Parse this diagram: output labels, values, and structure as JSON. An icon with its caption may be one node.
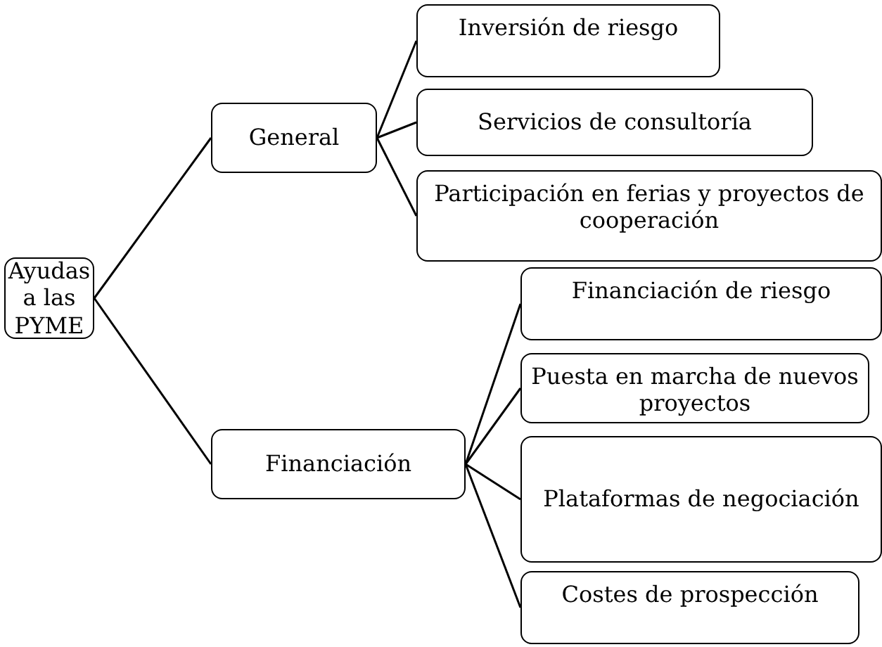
{
  "diagram": {
    "nodes": [
      {
        "text": [
          "Ayudas a las PYME"
        ]
      },
      {
        "text": [
          "General"
        ]
      },
      {
        "text": [
          "Inversión de riesgo"
        ]
      },
      {
        "text": [
          "Servicios de consultoría"
        ]
      },
      {
        "text": [
          "Participación en ferias y proyectos de cooperación"
        ]
      },
      {
        "text": [
          "Financiación"
        ]
      },
      {
        "text": [
          "Financiación de riesgo"
        ]
      },
      {
        "text": [
          "Puesta en marcha de nuevos proyectos"
        ]
      },
      {
        "text": [
          "Plataformas de negociación"
        ]
      },
      {
        "text": [
          "Costes de prospección"
        ]
      }
    ],
    "edges": [
      {
        "from": 0,
        "to": 1,
        "arrow": "none"
      },
      {
        "from": 0,
        "to": 5,
        "arrow": "none"
      },
      {
        "from": 1,
        "to": 2,
        "arrow": "none"
      },
      {
        "from": 1,
        "to": 3,
        "arrow": "none"
      },
      {
        "from": 1,
        "to": 4,
        "arrow": "none"
      },
      {
        "from": 5,
        "to": 6,
        "arrow": "none"
      },
      {
        "from": 5,
        "to": 7,
        "arrow": "none"
      },
      {
        "from": 5,
        "to": 8,
        "arrow": "none"
      },
      {
        "from": 5,
        "to": 9,
        "arrow": "none"
      }
    ]
  }
}
